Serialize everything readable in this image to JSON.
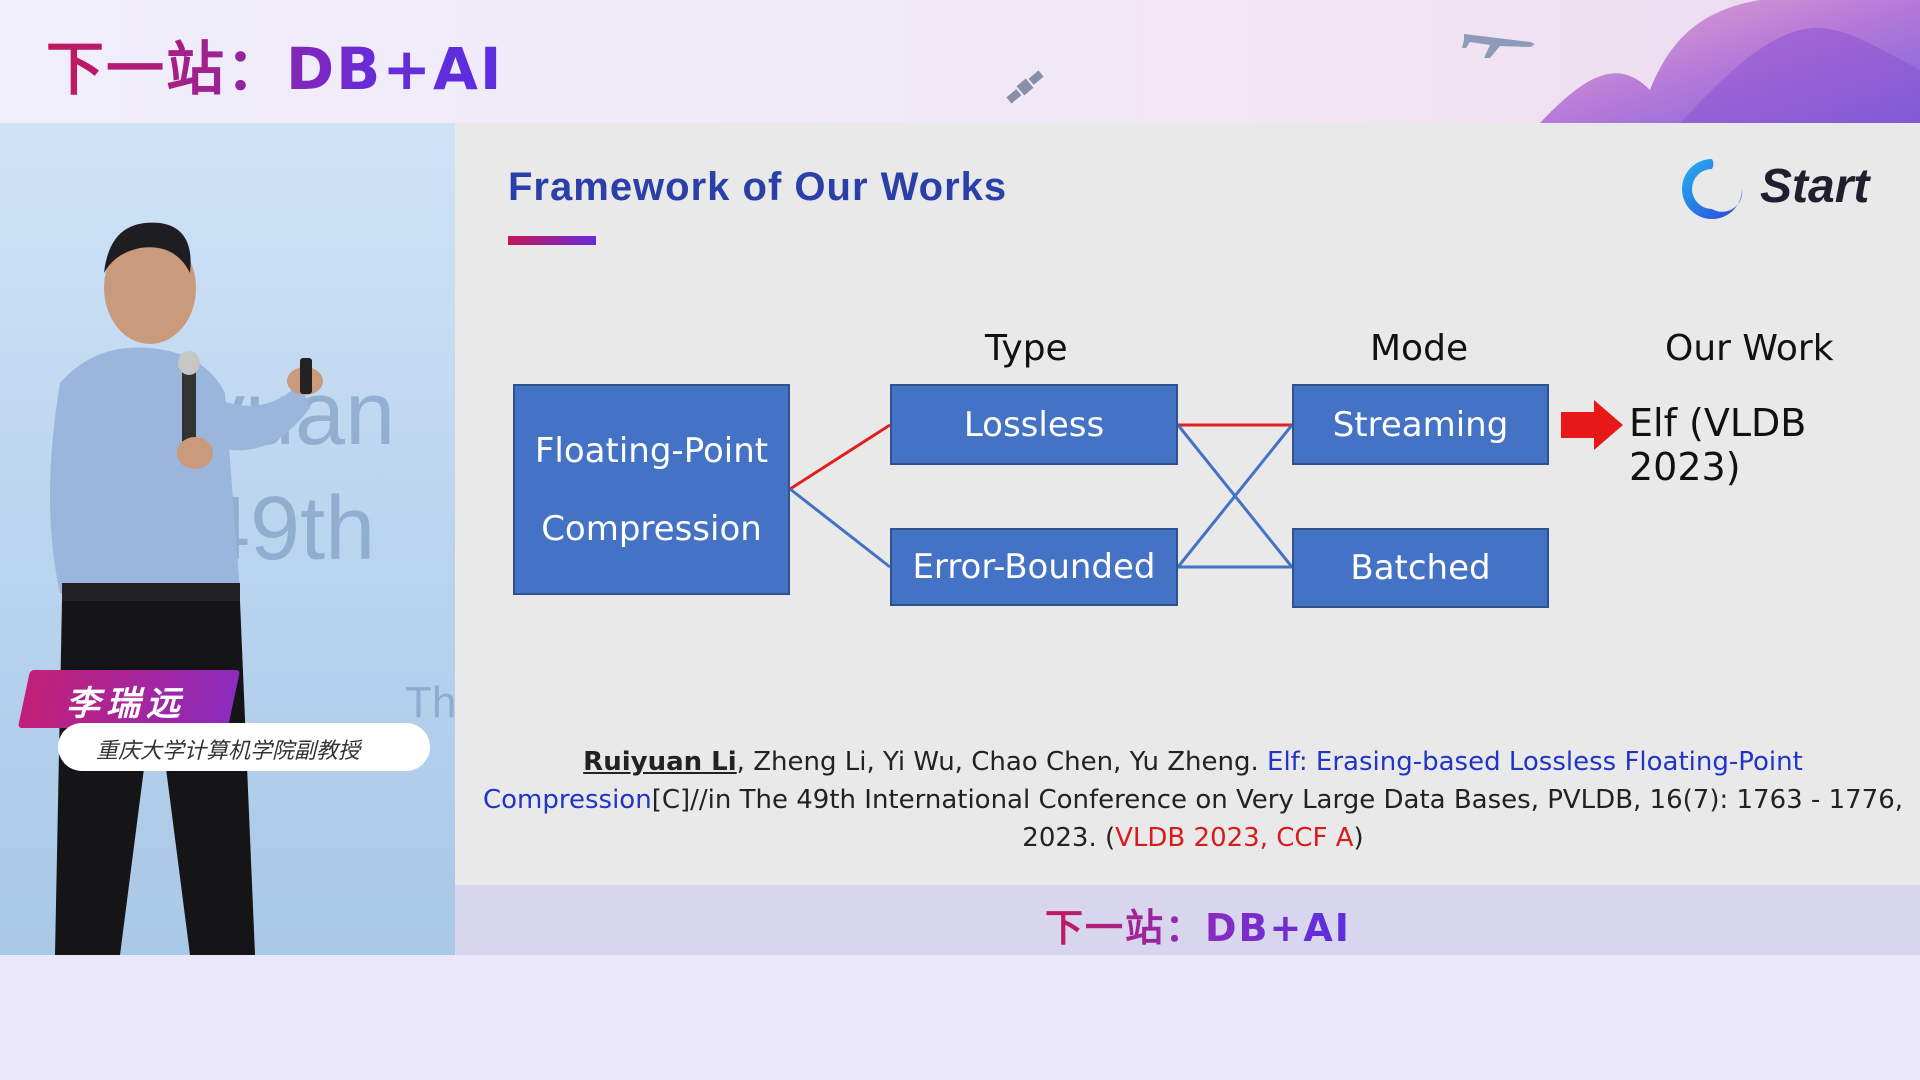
{
  "banner": {
    "title": "下一站：DB+AI"
  },
  "speaker": {
    "name": "李瑞远",
    "title": "重庆大学计算机学院副教授",
    "background_text": [
      "yuan",
      "49th",
      "Th"
    ]
  },
  "slide": {
    "title": "Framework of Our Works",
    "logo_text": "Start",
    "columns": {
      "type": "Type",
      "mode": "Mode",
      "our_work": "Our Work"
    },
    "boxes": {
      "root_line1": "Floating-Point",
      "root_line2": "Compression",
      "lossless": "Lossless",
      "error_bounded": "Error-Bounded",
      "streaming": "Streaming",
      "batched": "Batched"
    },
    "our_work_item": "Elf (VLDB 2023)",
    "colors": {
      "box": "#4472c4",
      "highlight_line": "#e02020",
      "normal_line": "#4472c4",
      "title": "#2b3fa8"
    },
    "reference": {
      "author": "Ruiyuan Li",
      "coauthors": ", Zheng Li, Yi Wu, Chao Chen, Yu Zheng. ",
      "paper": "Elf: Erasing-based Lossless Floating-Point Compression",
      "suffix": "[C]//in The 49th International Conference on Very Large Data Bases, PVLDB, 16(7): 1763 - 1776, 2023. (",
      "venue": "VLDB 2023, CCF A",
      "close": ")"
    }
  },
  "footer": {
    "title": "下一站：DB+AI"
  }
}
